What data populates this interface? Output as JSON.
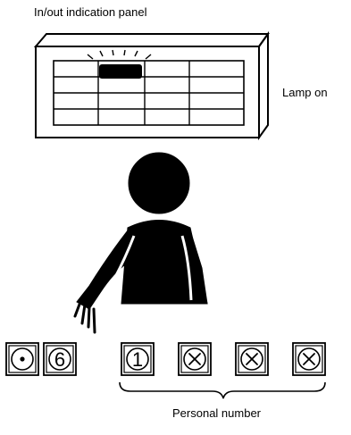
{
  "labels": {
    "panel_title": "In/out indication panel",
    "lamp_on": "Lamp on",
    "personal_number": "Personal number"
  },
  "keys": [
    {
      "symbol": "dot",
      "text": ""
    },
    {
      "symbol": "digit",
      "text": "6"
    },
    {
      "symbol": "circled-digit",
      "text": "1"
    },
    {
      "symbol": "circled-x",
      "text": ""
    },
    {
      "symbol": "circled-x",
      "text": ""
    },
    {
      "symbol": "circled-x",
      "text": ""
    }
  ],
  "colors": {
    "ink": "#000000",
    "paper": "#ffffff"
  }
}
